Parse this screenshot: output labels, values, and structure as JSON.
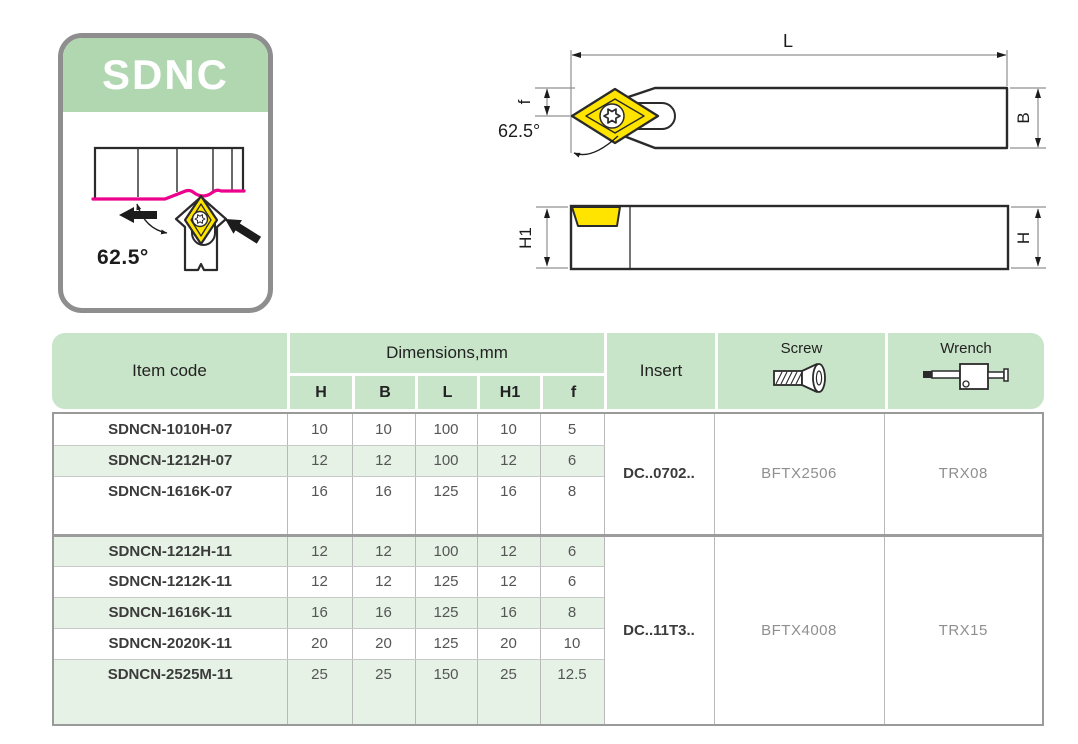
{
  "badge": {
    "title": "SDNC",
    "angle": "62.5°"
  },
  "top_view": {
    "length_label": "L",
    "width_label": "B",
    "offset_label": "f",
    "angle_label": "62.5°"
  },
  "side_view": {
    "height1_label": "H1",
    "height_label": "H"
  },
  "table": {
    "header": {
      "item_code": "Item code",
      "dimensions": "Dimensions,mm",
      "dims": [
        "H",
        "B",
        "L",
        "H1",
        "f"
      ],
      "insert": "Insert",
      "screw": "Screw",
      "wrench": "Wrench"
    },
    "groups": [
      {
        "insert": "DC..0702..",
        "screw": "BFTX2506",
        "wrench": "TRX08",
        "rows": [
          {
            "code": "SDNCN-1010H-07",
            "h": "10",
            "b": "10",
            "l": "100",
            "h1": "10",
            "f": "5"
          },
          {
            "code": "SDNCN-1212H-07",
            "h": "12",
            "b": "12",
            "l": "100",
            "h1": "12",
            "f": "6"
          },
          {
            "code": "SDNCN-1616K-07",
            "h": "16",
            "b": "16",
            "l": "125",
            "h1": "16",
            "f": "8"
          }
        ]
      },
      {
        "insert": "DC..11T3..",
        "screw": "BFTX4008",
        "wrench": "TRX15",
        "rows": [
          {
            "code": "SDNCN-1212H-11",
            "h": "12",
            "b": "12",
            "l": "100",
            "h1": "12",
            "f": "6"
          },
          {
            "code": "SDNCN-1212K-11",
            "h": "12",
            "b": "12",
            "l": "125",
            "h1": "12",
            "f": "6"
          },
          {
            "code": "SDNCN-1616K-11",
            "h": "16",
            "b": "16",
            "l": "125",
            "h1": "16",
            "f": "8"
          },
          {
            "code": "SDNCN-2020K-11",
            "h": "20",
            "b": "20",
            "l": "125",
            "h1": "20",
            "f": "10"
          },
          {
            "code": "SDNCN-2525M-11",
            "h": "25",
            "b": "25",
            "l": "150",
            "h1": "25",
            "f": "12.5"
          }
        ]
      }
    ]
  },
  "colors": {
    "badge_header_green": "#b0d7b0",
    "table_header_green": "#c9e5c9",
    "row_green": "#e6f2e6",
    "insert_yellow": "#ffe400",
    "contour_magenta": "#ec008c",
    "angle_red": "#e60014",
    "border_gray": "#9a9a9a"
  }
}
